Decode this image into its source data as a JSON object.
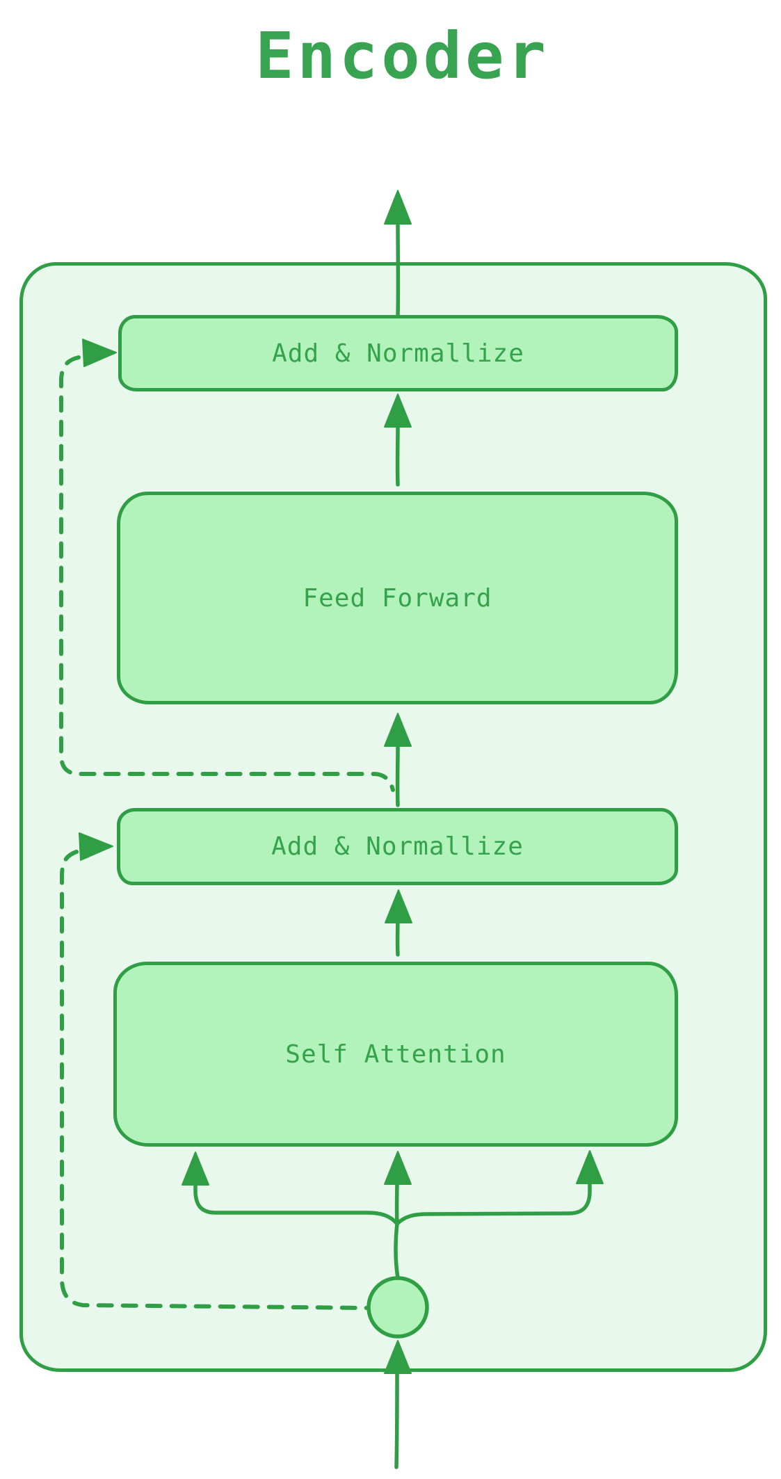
{
  "diagram": {
    "title": "Encoder",
    "blocks": [
      {
        "id": "add-normalize-top",
        "label": "Add & Normallize"
      },
      {
        "id": "feed-forward",
        "label": "Feed Forward"
      },
      {
        "id": "add-normalize-bottom",
        "label": "Add & Normallize"
      },
      {
        "id": "self-attention",
        "label": "Self Attention"
      }
    ],
    "palette": {
      "stroke": "#2f9e44",
      "block_fill": "#b2f2bb",
      "container_fill": "#e9f8ec",
      "text": "#35a24c",
      "title_text": "#38a350",
      "background": "#ffffff"
    }
  }
}
